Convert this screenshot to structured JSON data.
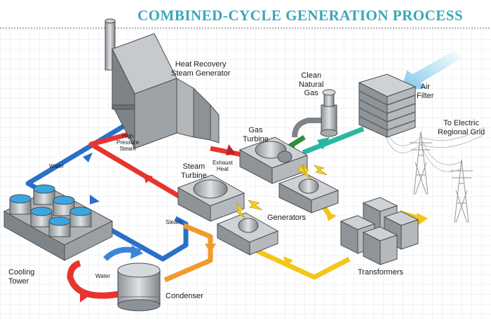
{
  "title": "COMBINED-CYCLE GENERATION PROCESS",
  "labels": {
    "hrsg_1": "Heat Recovery",
    "hrsg_2": "Steam Generator",
    "gas_1": "Clean",
    "gas_2": "Natural",
    "gas_3": "Gas",
    "air_1": "Air",
    "air_2": "Filter",
    "grid_1": "To Electric",
    "grid_2": "Regional Grid",
    "gas_turbine_1": "Gas",
    "gas_turbine_2": "Turbine",
    "hps_1": "High",
    "hps_2": "Pressure",
    "hps_3": "Steam",
    "water_1": "Water",
    "exhaust_1": "Exhaust",
    "exhaust_2": "Heat",
    "steam_turbine_1": "Steam",
    "steam_turbine_2": "Turbine",
    "generators": "Generators",
    "steam": "Steam",
    "transformers": "Transformers",
    "cooling_1": "Cooling",
    "cooling_2": "Tower",
    "water_2": "Water",
    "condenser": "Condenser"
  },
  "colors": {
    "title": "#3aa6b8",
    "water_flow": "#2a6fc9",
    "hot_flow": "#e8342f",
    "steam_flow": "#f39a2c",
    "power_flow": "#f5c518",
    "air_flow": "#8fd0ee",
    "gas_flow": "#2f8f3a",
    "teal_flow": "#2cb6a0",
    "equipment": "#b8bcc0"
  }
}
